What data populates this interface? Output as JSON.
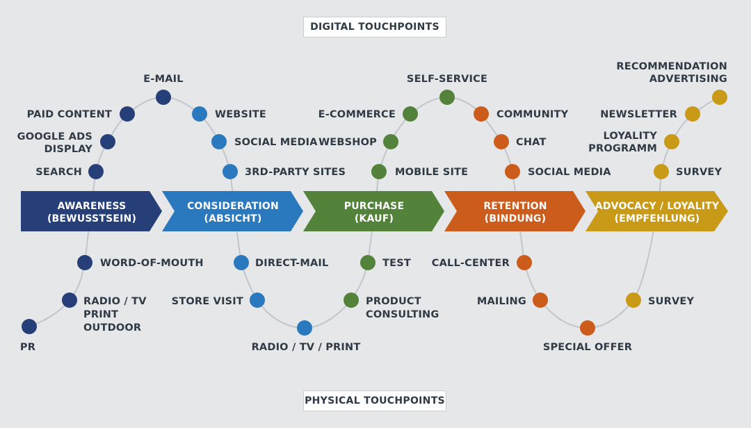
{
  "header": {
    "digital_label": "DIGITAL TOUCHPOINTS"
  },
  "footer": {
    "physical_label": "PHYSICAL TOUCHPOINTS"
  },
  "stages": [
    {
      "line1": "AWARENESS",
      "line2": "(BEWUSSTSEIN)",
      "color": "#263f78"
    },
    {
      "line1": "CONSIDERATION",
      "line2": "(ABSICHT)",
      "color": "#2a78bd"
    },
    {
      "line1": "PURCHASE",
      "line2": "(KAUF)",
      "color": "#53823a"
    },
    {
      "line1": "RETENTION",
      "line2": "(BINDUNG)",
      "color": "#cc5c1c"
    },
    {
      "line1": "ADVOCACY / LOYALITY",
      "line2": "(EMPFEHLUNG)",
      "color": "#c99a17"
    }
  ],
  "touchpoints": {
    "awareness": {
      "digital": [
        "E-MAIL",
        "PAID CONTENT",
        "GOOGLE ADS",
        "DISPLAY",
        "SEARCH"
      ],
      "physical": [
        "WORD-OF-MOUTH",
        "RADIO / TV",
        "PRINT",
        "OUTDOOR",
        "PR"
      ]
    },
    "consideration": {
      "digital": [
        "WEBSITE",
        "SOCIAL MEDIA",
        "3RD-PARTY SITES"
      ],
      "physical": [
        "DIRECT-MAIL",
        "STORE VISIT",
        "RADIO / TV / PRINT"
      ]
    },
    "purchase": {
      "digital": [
        "SELF-SERVICE",
        "E-COMMERCE",
        "WEBSHOP",
        "MOBILE SITE"
      ],
      "physical": [
        "TEST",
        "PRODUCT",
        "CONSULTING"
      ]
    },
    "retention": {
      "digital": [
        "COMMUNITY",
        "CHAT",
        "SOCIAL MEDIA"
      ],
      "physical": [
        "CALL-CENTER",
        "MAILING",
        "SPECIAL OFFER"
      ]
    },
    "advocacy": {
      "digital": [
        "RECOMMENDATION",
        "ADVERTISING",
        "NEWSLETTER",
        "LOYALITY",
        "PROGRAMM",
        "SURVEY"
      ],
      "physical": [
        "SURVEY"
      ]
    }
  }
}
